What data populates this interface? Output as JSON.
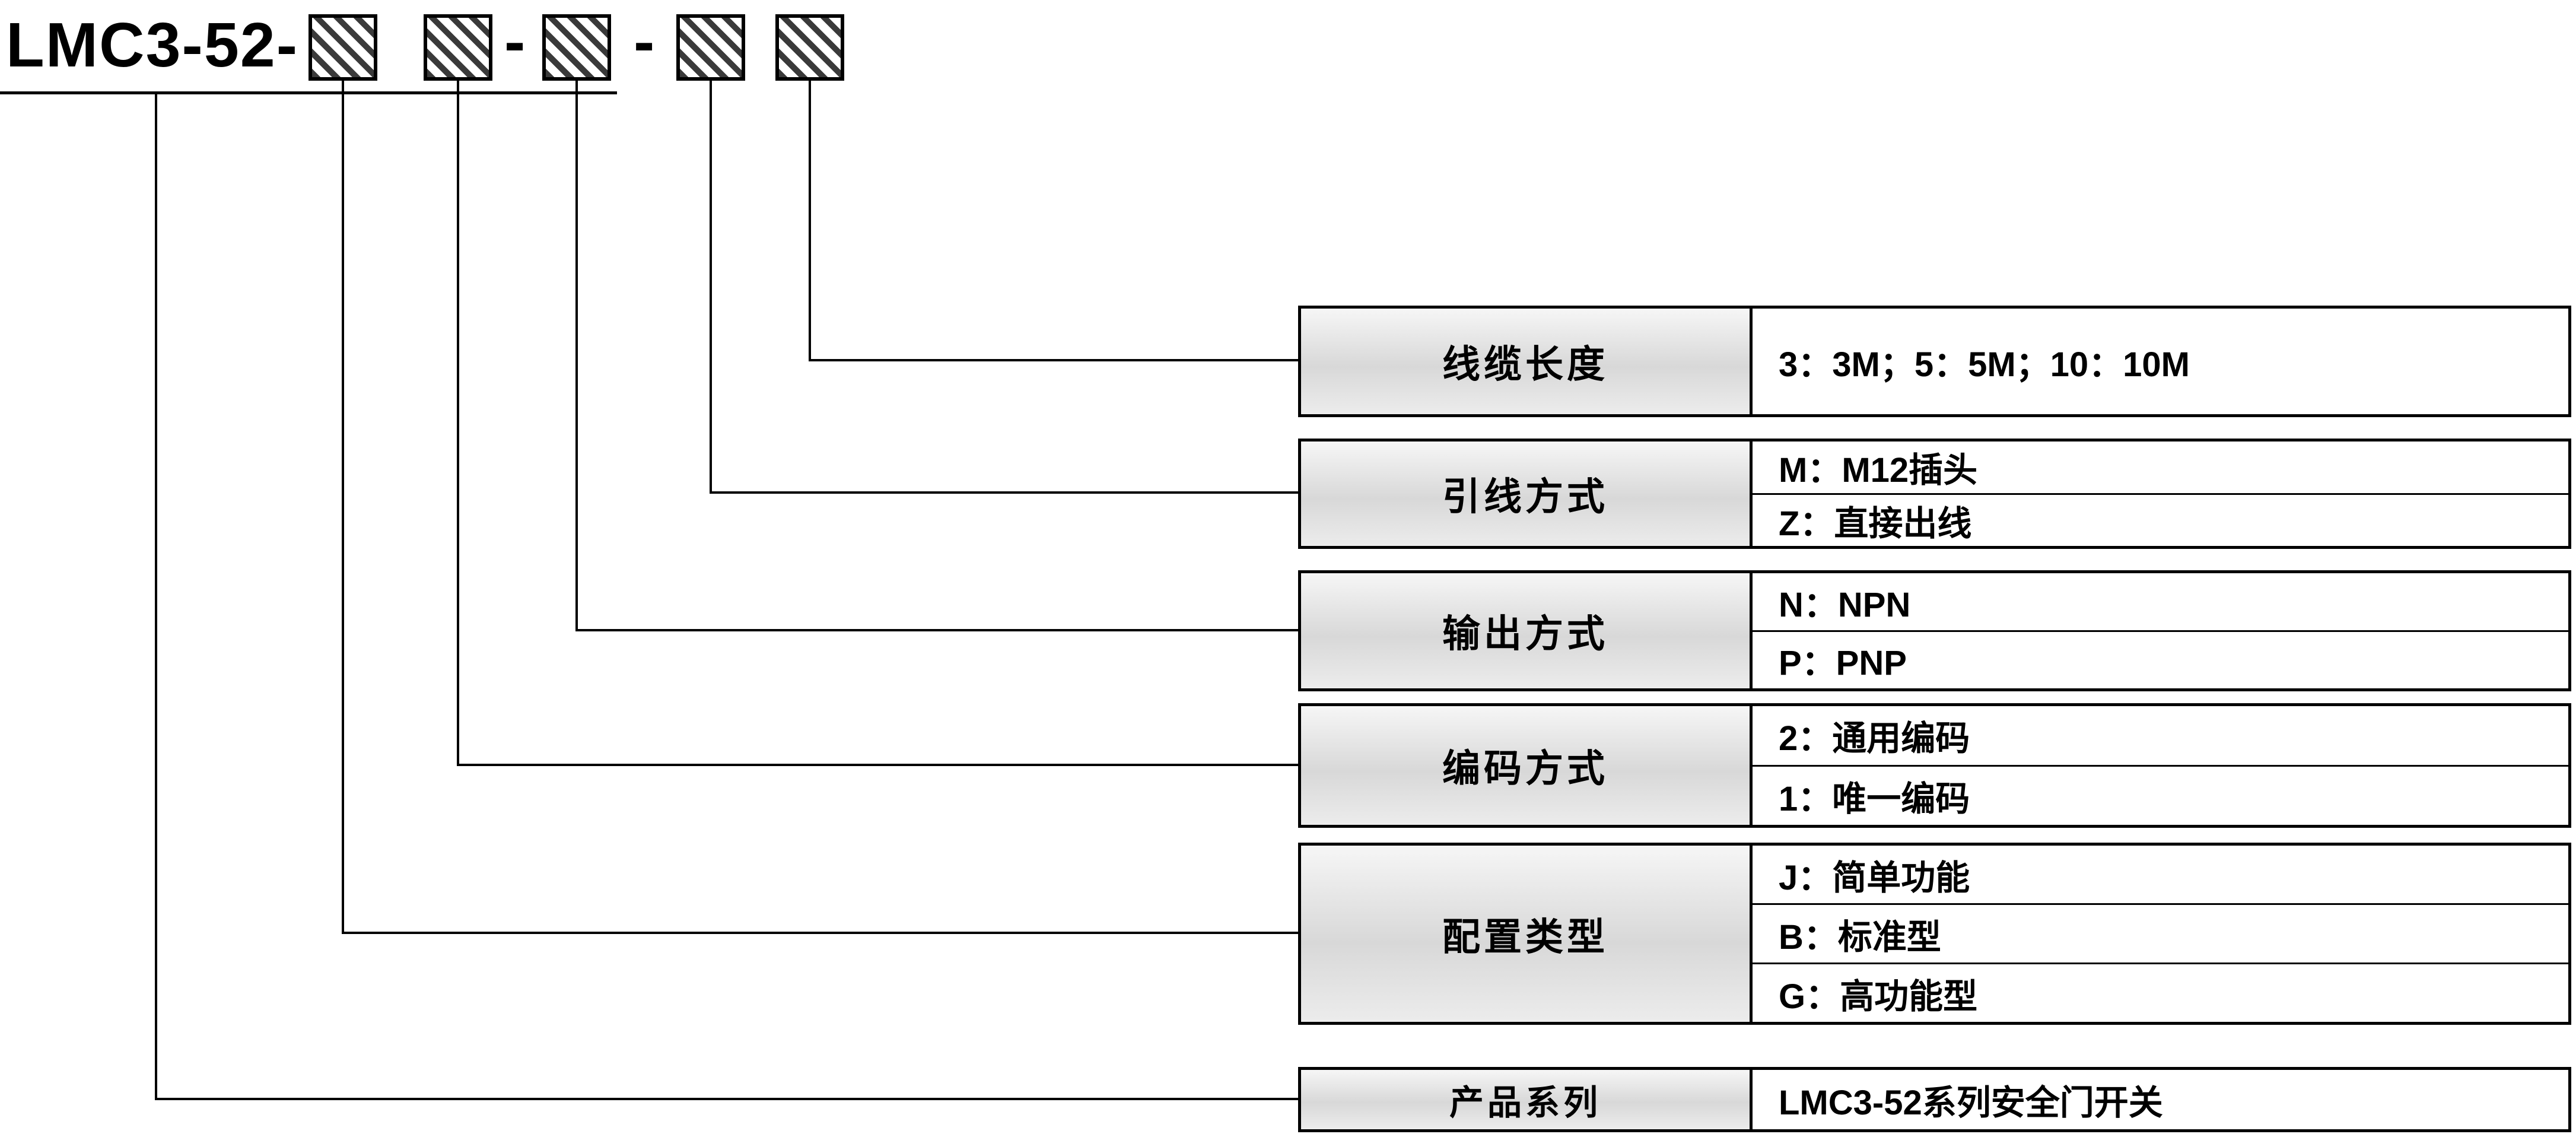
{
  "model": {
    "prefix": "LMC3-52-",
    "dash": "-",
    "boxes": [
      {
        "name": "config-type"
      },
      {
        "name": "coding-method"
      },
      {
        "name": "output-method"
      },
      {
        "name": "lead-wire"
      },
      {
        "name": "cable-length"
      }
    ]
  },
  "rows": [
    {
      "label": "线缆长度",
      "options": [
        "3：3M；5：5M；10：10M"
      ]
    },
    {
      "label": "引线方式",
      "options": [
        "M：M12插头",
        "Z：直接出线"
      ]
    },
    {
      "label": "输出方式",
      "options": [
        "N：NPN",
        "P：PNP"
      ]
    },
    {
      "label": "编码方式",
      "options": [
        "2：通用编码",
        "1：唯一编码"
      ]
    },
    {
      "label": "配置类型",
      "options": [
        "J：简单功能",
        "B：标准型",
        "G：高功能型"
      ]
    },
    {
      "label": "产品系列",
      "options": [
        "LMC3-52系列安全门开关"
      ]
    }
  ],
  "colors": {
    "line": "#000000",
    "label_background": "#e2e2e2",
    "text": "#000000"
  }
}
